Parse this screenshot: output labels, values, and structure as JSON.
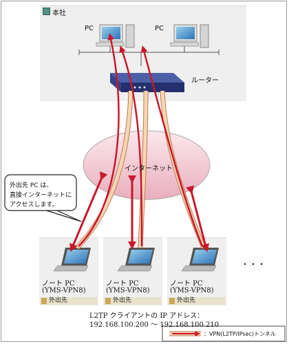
{
  "hq": {
    "title": "本社"
  },
  "pc": {
    "label": "PC"
  },
  "router": {
    "label": "ルーター"
  },
  "internet": {
    "label": "インターネット"
  },
  "callout": {
    "lines": [
      "外出先 PC は、",
      "直接インターネットに",
      "アクセスします。"
    ]
  },
  "remote": {
    "items": [
      {
        "name": "ノート PC",
        "model": "(YMS-VPN8)",
        "place": "外出先"
      },
      {
        "name": "ノート PC",
        "model": "(YMS-VPN8)",
        "place": "外出先"
      },
      {
        "name": "ノート PC",
        "model": "(YMS-VPN8)",
        "place": "外出先"
      }
    ],
    "more": "・・・"
  },
  "address": {
    "line1": "L2TP クライアントの IP アドレス：",
    "line2": "192.168.100.200 ～ 192.168.100.210"
  },
  "legend": {
    "label": "：VPN(L2TP/IPsec)トンネル"
  },
  "colors": {
    "tunnel_fill": "#f6d6b5",
    "tunnel_edge": "#c07a50",
    "arrow": "#c8182b",
    "cloud": "#f1c9d2"
  }
}
